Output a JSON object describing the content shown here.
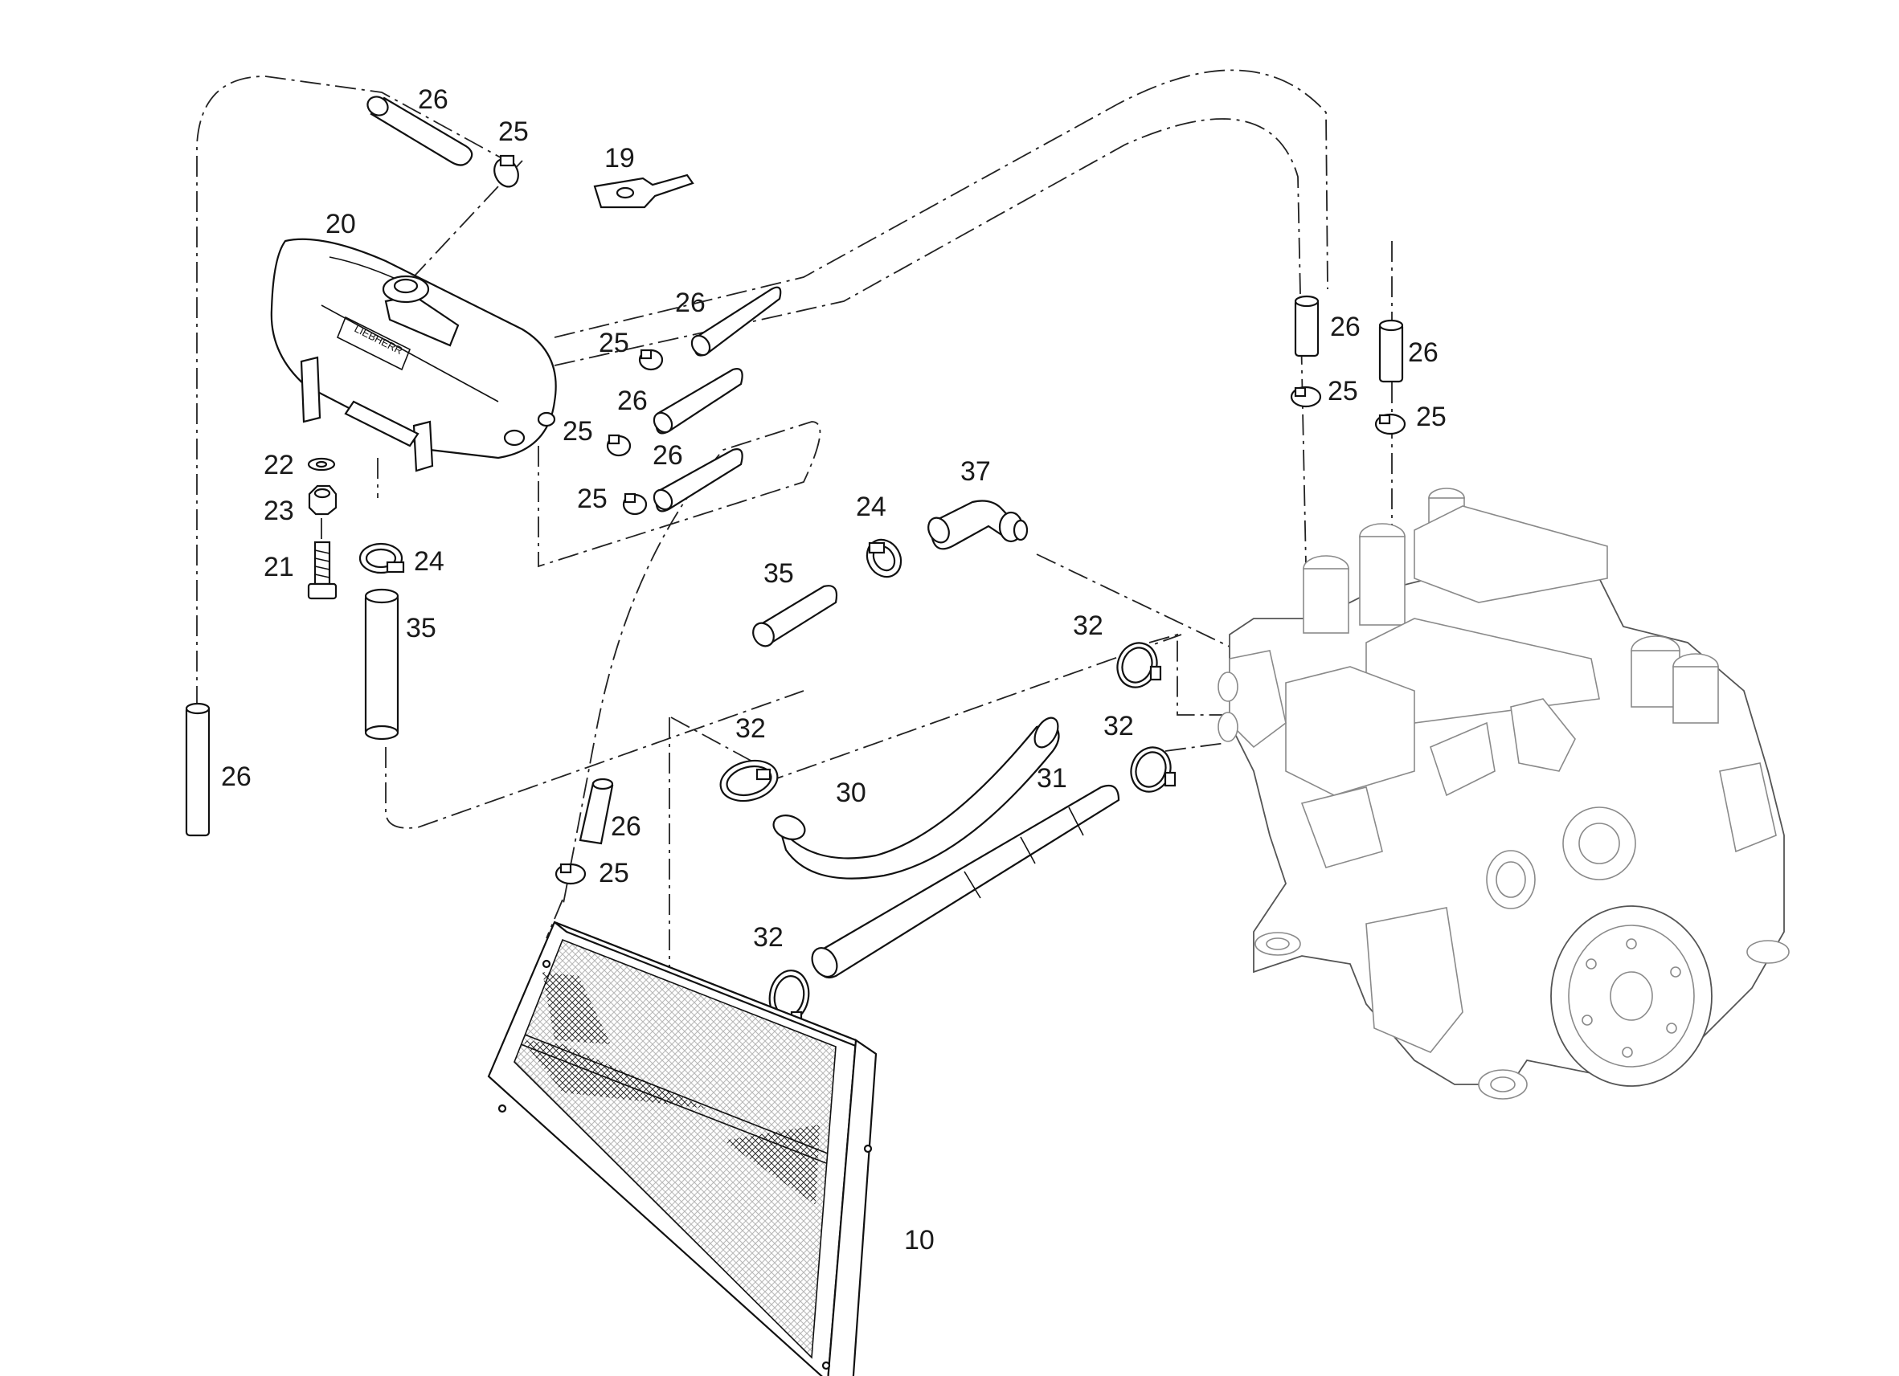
{
  "labels": {
    "l10": "10",
    "l19": "19",
    "l20": "20",
    "l21": "21",
    "l22": "22",
    "l23": "23",
    "l24": "24",
    "l25": "25",
    "l26": "26",
    "l30": "30",
    "l31": "31",
    "l32": "32",
    "l35": "35",
    "l37": "37"
  }
}
